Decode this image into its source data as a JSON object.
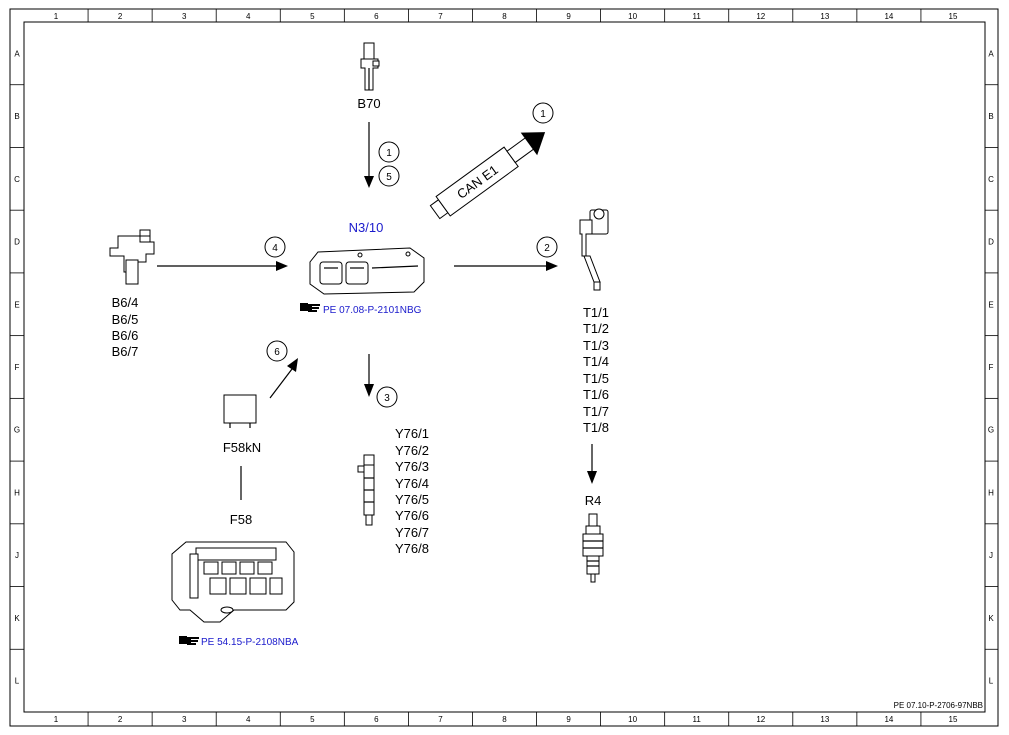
{
  "grid": {
    "columns": [
      "1",
      "2",
      "3",
      "4",
      "5",
      "6",
      "7",
      "8",
      "9",
      "10",
      "11",
      "12",
      "13",
      "14",
      "15"
    ],
    "rows": [
      "A",
      "B",
      "C",
      "D",
      "E",
      "F",
      "G",
      "H",
      "J",
      "K",
      "L"
    ]
  },
  "components": {
    "b70": "B70",
    "n3_10": "N3/10",
    "n3_10_ref": "PE 07.08-P-2101NBG",
    "can_bus": "CAN E1",
    "b6": [
      "B6/4",
      "B6/5",
      "B6/6",
      "B6/7"
    ],
    "t1": [
      "T1/1",
      "T1/2",
      "T1/3",
      "T1/4",
      "T1/5",
      "T1/6",
      "T1/7",
      "T1/8"
    ],
    "r4": "R4",
    "y76": [
      "Y76/1",
      "Y76/2",
      "Y76/3",
      "Y76/4",
      "Y76/5",
      "Y76/6",
      "Y76/7",
      "Y76/8"
    ],
    "f58kn": "F58kN",
    "f58": "F58",
    "f58_ref": "PE 54.15-P-2108NBA"
  },
  "callouts": {
    "c1_top": "1",
    "c5": "5",
    "c1_can": "1",
    "c4": "4",
    "c2": "2",
    "c6": "6",
    "c3": "3"
  },
  "footer_code": "PE 07.10-P-2706-97NBB",
  "icons": {
    "reference": "pointing-hand-icon"
  }
}
